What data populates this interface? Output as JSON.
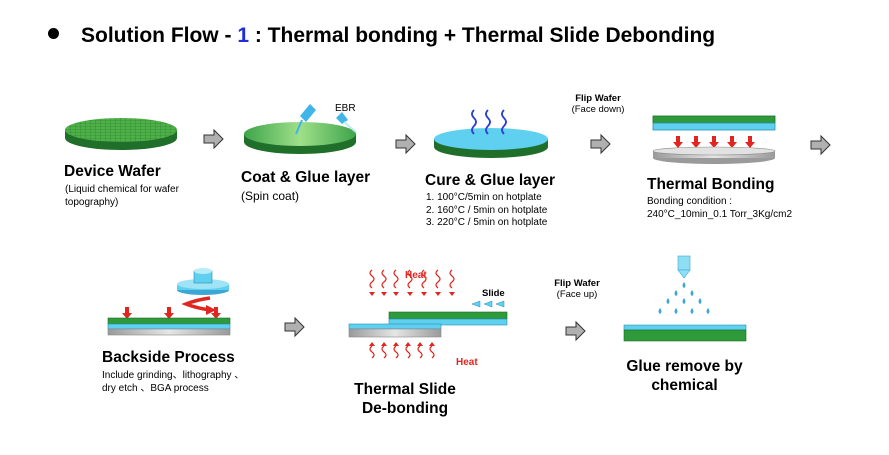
{
  "title": {
    "prefix": "Solution Flow - ",
    "number": "1",
    "suffix": " : Thermal bonding + Thermal Slide Debonding"
  },
  "steps": [
    {
      "name": "Device Wafer",
      "desc": [
        "(Liquid chemical for wafer",
        "topography)"
      ]
    },
    {
      "name": "Coat & Glue layer",
      "desc": [
        "(Spin coat)"
      ],
      "tag": "EBR"
    },
    {
      "name": "Cure & Glue layer",
      "desc": [
        "1. 100°C/5min on hotplate",
        "2. 160°C / 5min on hotplate",
        "3. 220°C / 5min on hotplate"
      ]
    },
    {
      "name": "Thermal Bonding",
      "desc": [
        "Bonding condition :",
        "240°C_10min_0.1 Torr_3Kg/cm2"
      ],
      "note": "Flip Wafer",
      "note_sub": "(Face down)"
    },
    {
      "name": "Backside Process",
      "desc": [
        "Include grinding、lithography 、",
        "dry etch 、BGA  process"
      ]
    },
    {
      "name_lines": [
        "Thermal Slide",
        "De-bonding"
      ],
      "heat_top": "Heat",
      "heat_bottom": "Heat",
      "slide": "Slide"
    },
    {
      "name_lines": [
        "Glue remove by",
        "chemical"
      ],
      "note": "Flip Wafer",
      "note_sub": "(Face up)"
    }
  ],
  "colors": {
    "green": "#2e9a3a",
    "cyan": "#5fd0ef",
    "grey": "#c9c9c9",
    "red": "#e0261f",
    "accent": "#1f2fd8"
  }
}
